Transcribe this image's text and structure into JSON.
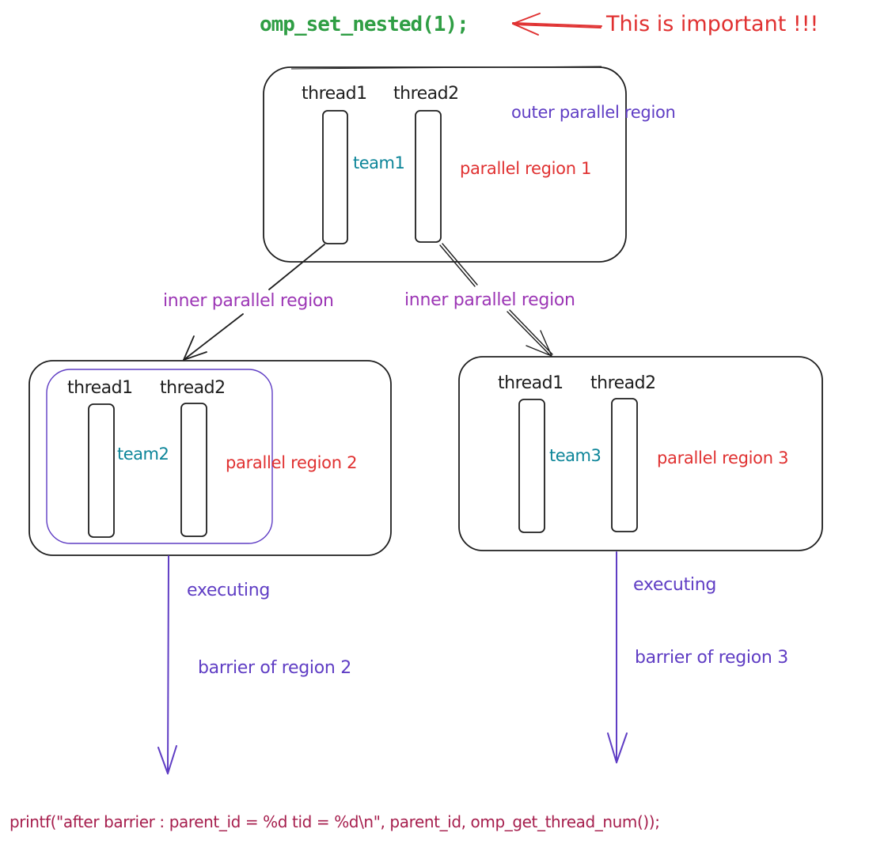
{
  "colors": {
    "ink": "#1e1e1e",
    "code_green": "#2f9e44",
    "note_red": "#e03131",
    "team_teal": "#0c8599",
    "region_red": "#e03131",
    "outer_blue": "#5f3dc4",
    "inner_purple": "#9c36b5",
    "flow_indigo": "#5f3dc4",
    "printf_crimson": "#a61e4d"
  },
  "header": {
    "code": "omp_set_nested(1);",
    "note": "This is important !!!",
    "arrow_icon": "arrow-left-icon"
  },
  "outer_box": {
    "label": "outer parallel region",
    "region_label": "parallel region 1",
    "team_label": "team1",
    "threads": [
      "thread1",
      "thread2"
    ]
  },
  "connectors": [
    {
      "label": "inner parallel region",
      "target": "parallel region 2"
    },
    {
      "label": "inner parallel region",
      "target": "parallel region 3"
    }
  ],
  "inner_boxes": [
    {
      "region_label": "parallel region 2",
      "team_label": "team2",
      "threads": [
        "thread1",
        "thread2"
      ],
      "executing_label": "executing",
      "barrier_label": "barrier of region 2"
    },
    {
      "region_label": "parallel region 3",
      "team_label": "team3",
      "threads": [
        "thread1",
        "thread2"
      ],
      "executing_label": "executing",
      "barrier_label": "barrier of region 3"
    }
  ],
  "footer": {
    "printf": "printf(\"after barrier : parent_id = %d tid = %d\\n\", parent_id, omp_get_thread_num());"
  }
}
